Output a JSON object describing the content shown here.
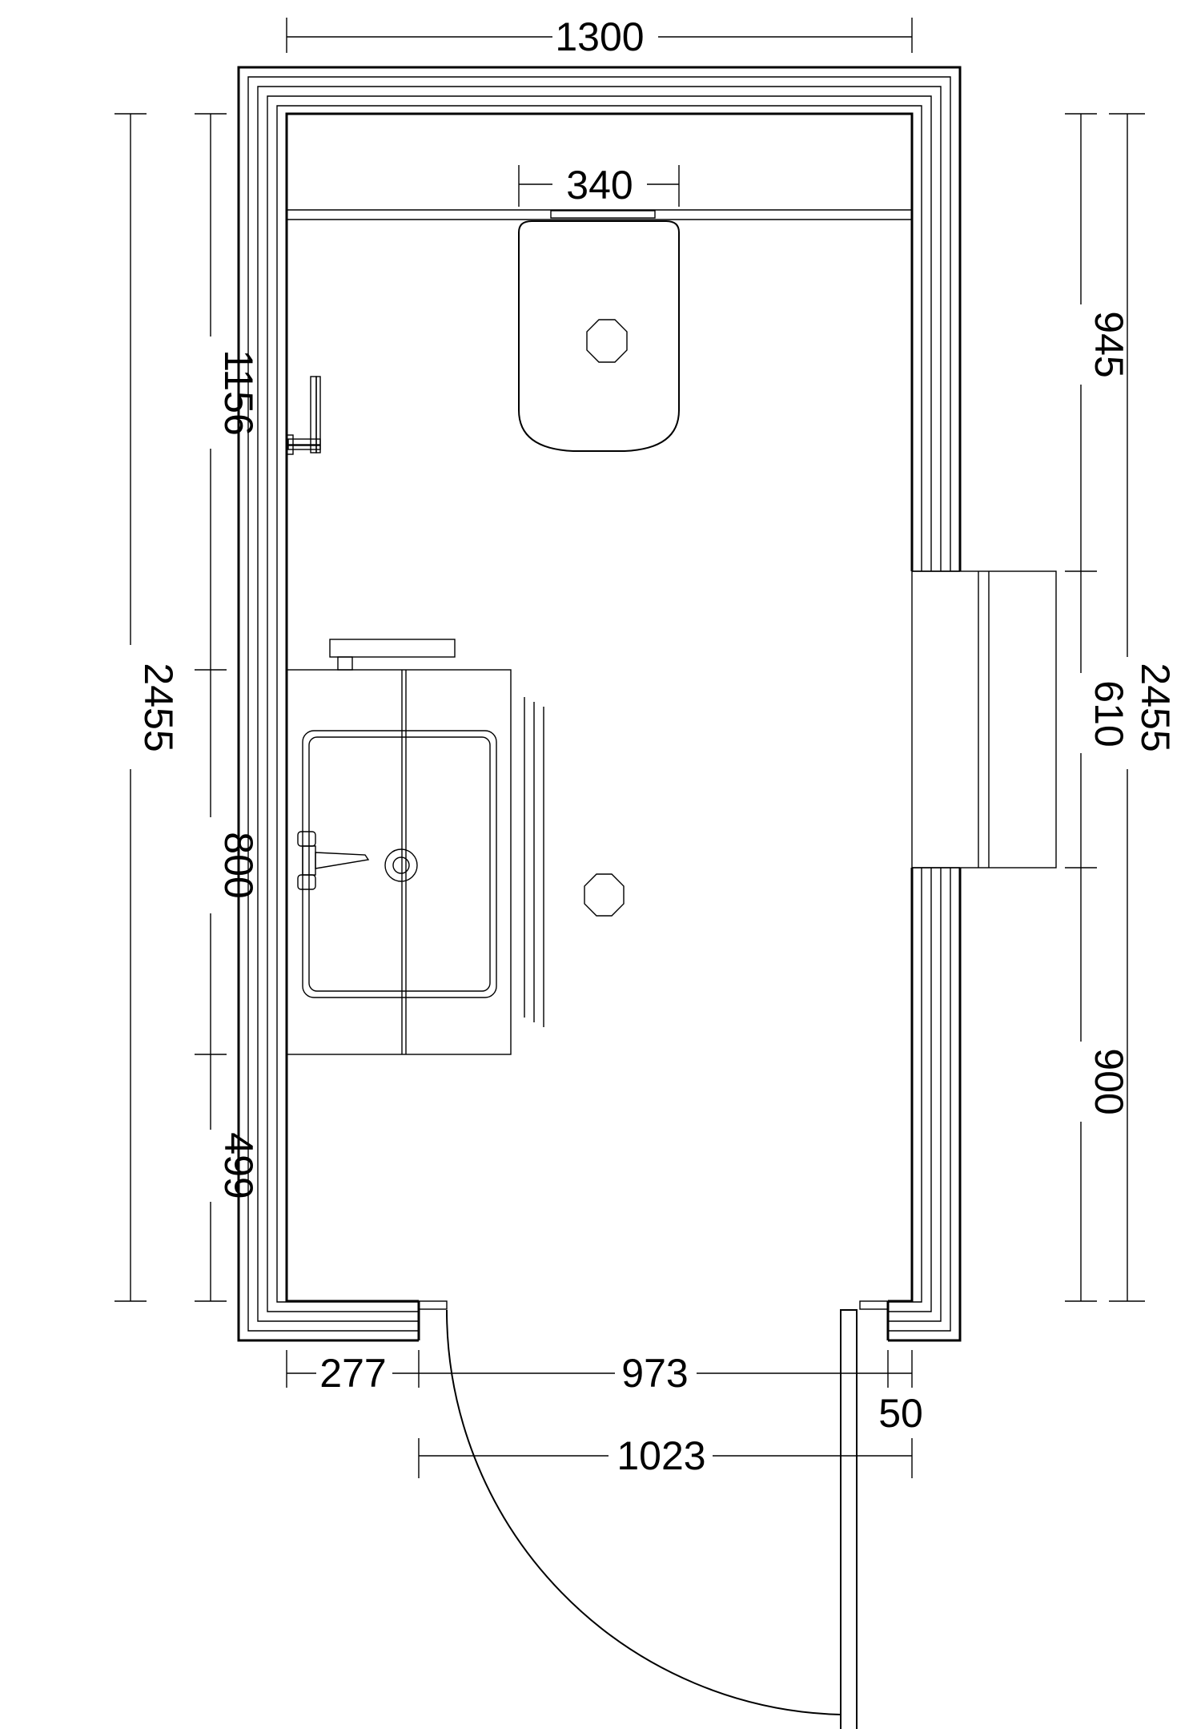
{
  "dimensions": {
    "width_top": "1300",
    "wc_width": "340",
    "left_outer": "2455",
    "left_top": "1156",
    "left_vanity": "800",
    "left_bottom": "499",
    "right_outer": "2455",
    "right_top": "945",
    "right_window": "610",
    "right_bottom": "900",
    "bottom_left": "277",
    "bottom_opening": "973",
    "bottom_jamb": "50",
    "bottom_door": "1023"
  },
  "colors": {
    "line": "#000000",
    "background": "#ffffff"
  }
}
